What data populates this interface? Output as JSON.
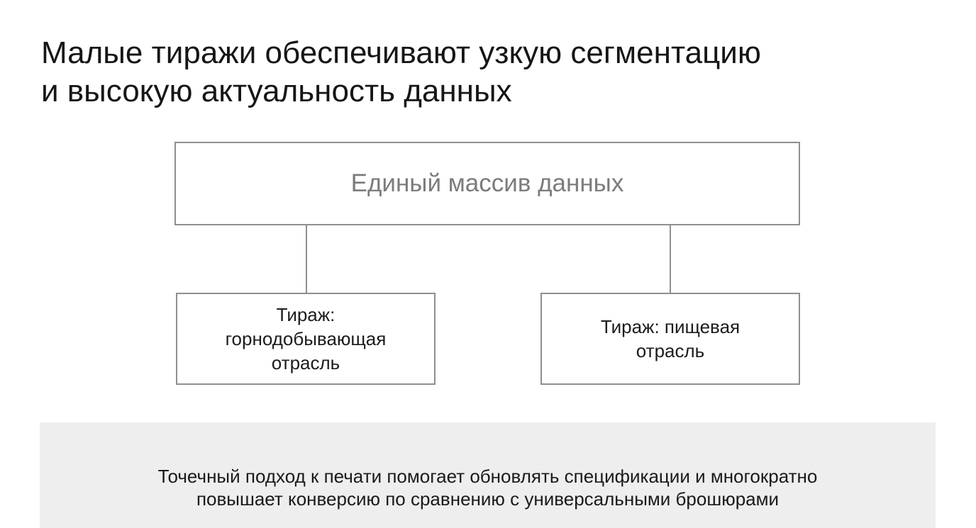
{
  "title": {
    "line1": "Малые тиражи обеспечивают узкую сегментацию",
    "line2": "и высокую актуальность данных"
  },
  "diagram": {
    "root": "Единый массив данных",
    "children": [
      {
        "label": "Тираж:\nгорнодобывающая\nотрасль"
      },
      {
        "label": "Тираж: пищевая\nотрасль"
      }
    ]
  },
  "footer": {
    "text": "Точечный подход к печати помогает обновлять спецификации и многократно\nповышает конверсию по сравнению с универсальными брошюрами"
  },
  "colors": {
    "border": "#8f8f8f",
    "root_text": "#7c7c7c",
    "footer_bg": "#eeeeee"
  }
}
